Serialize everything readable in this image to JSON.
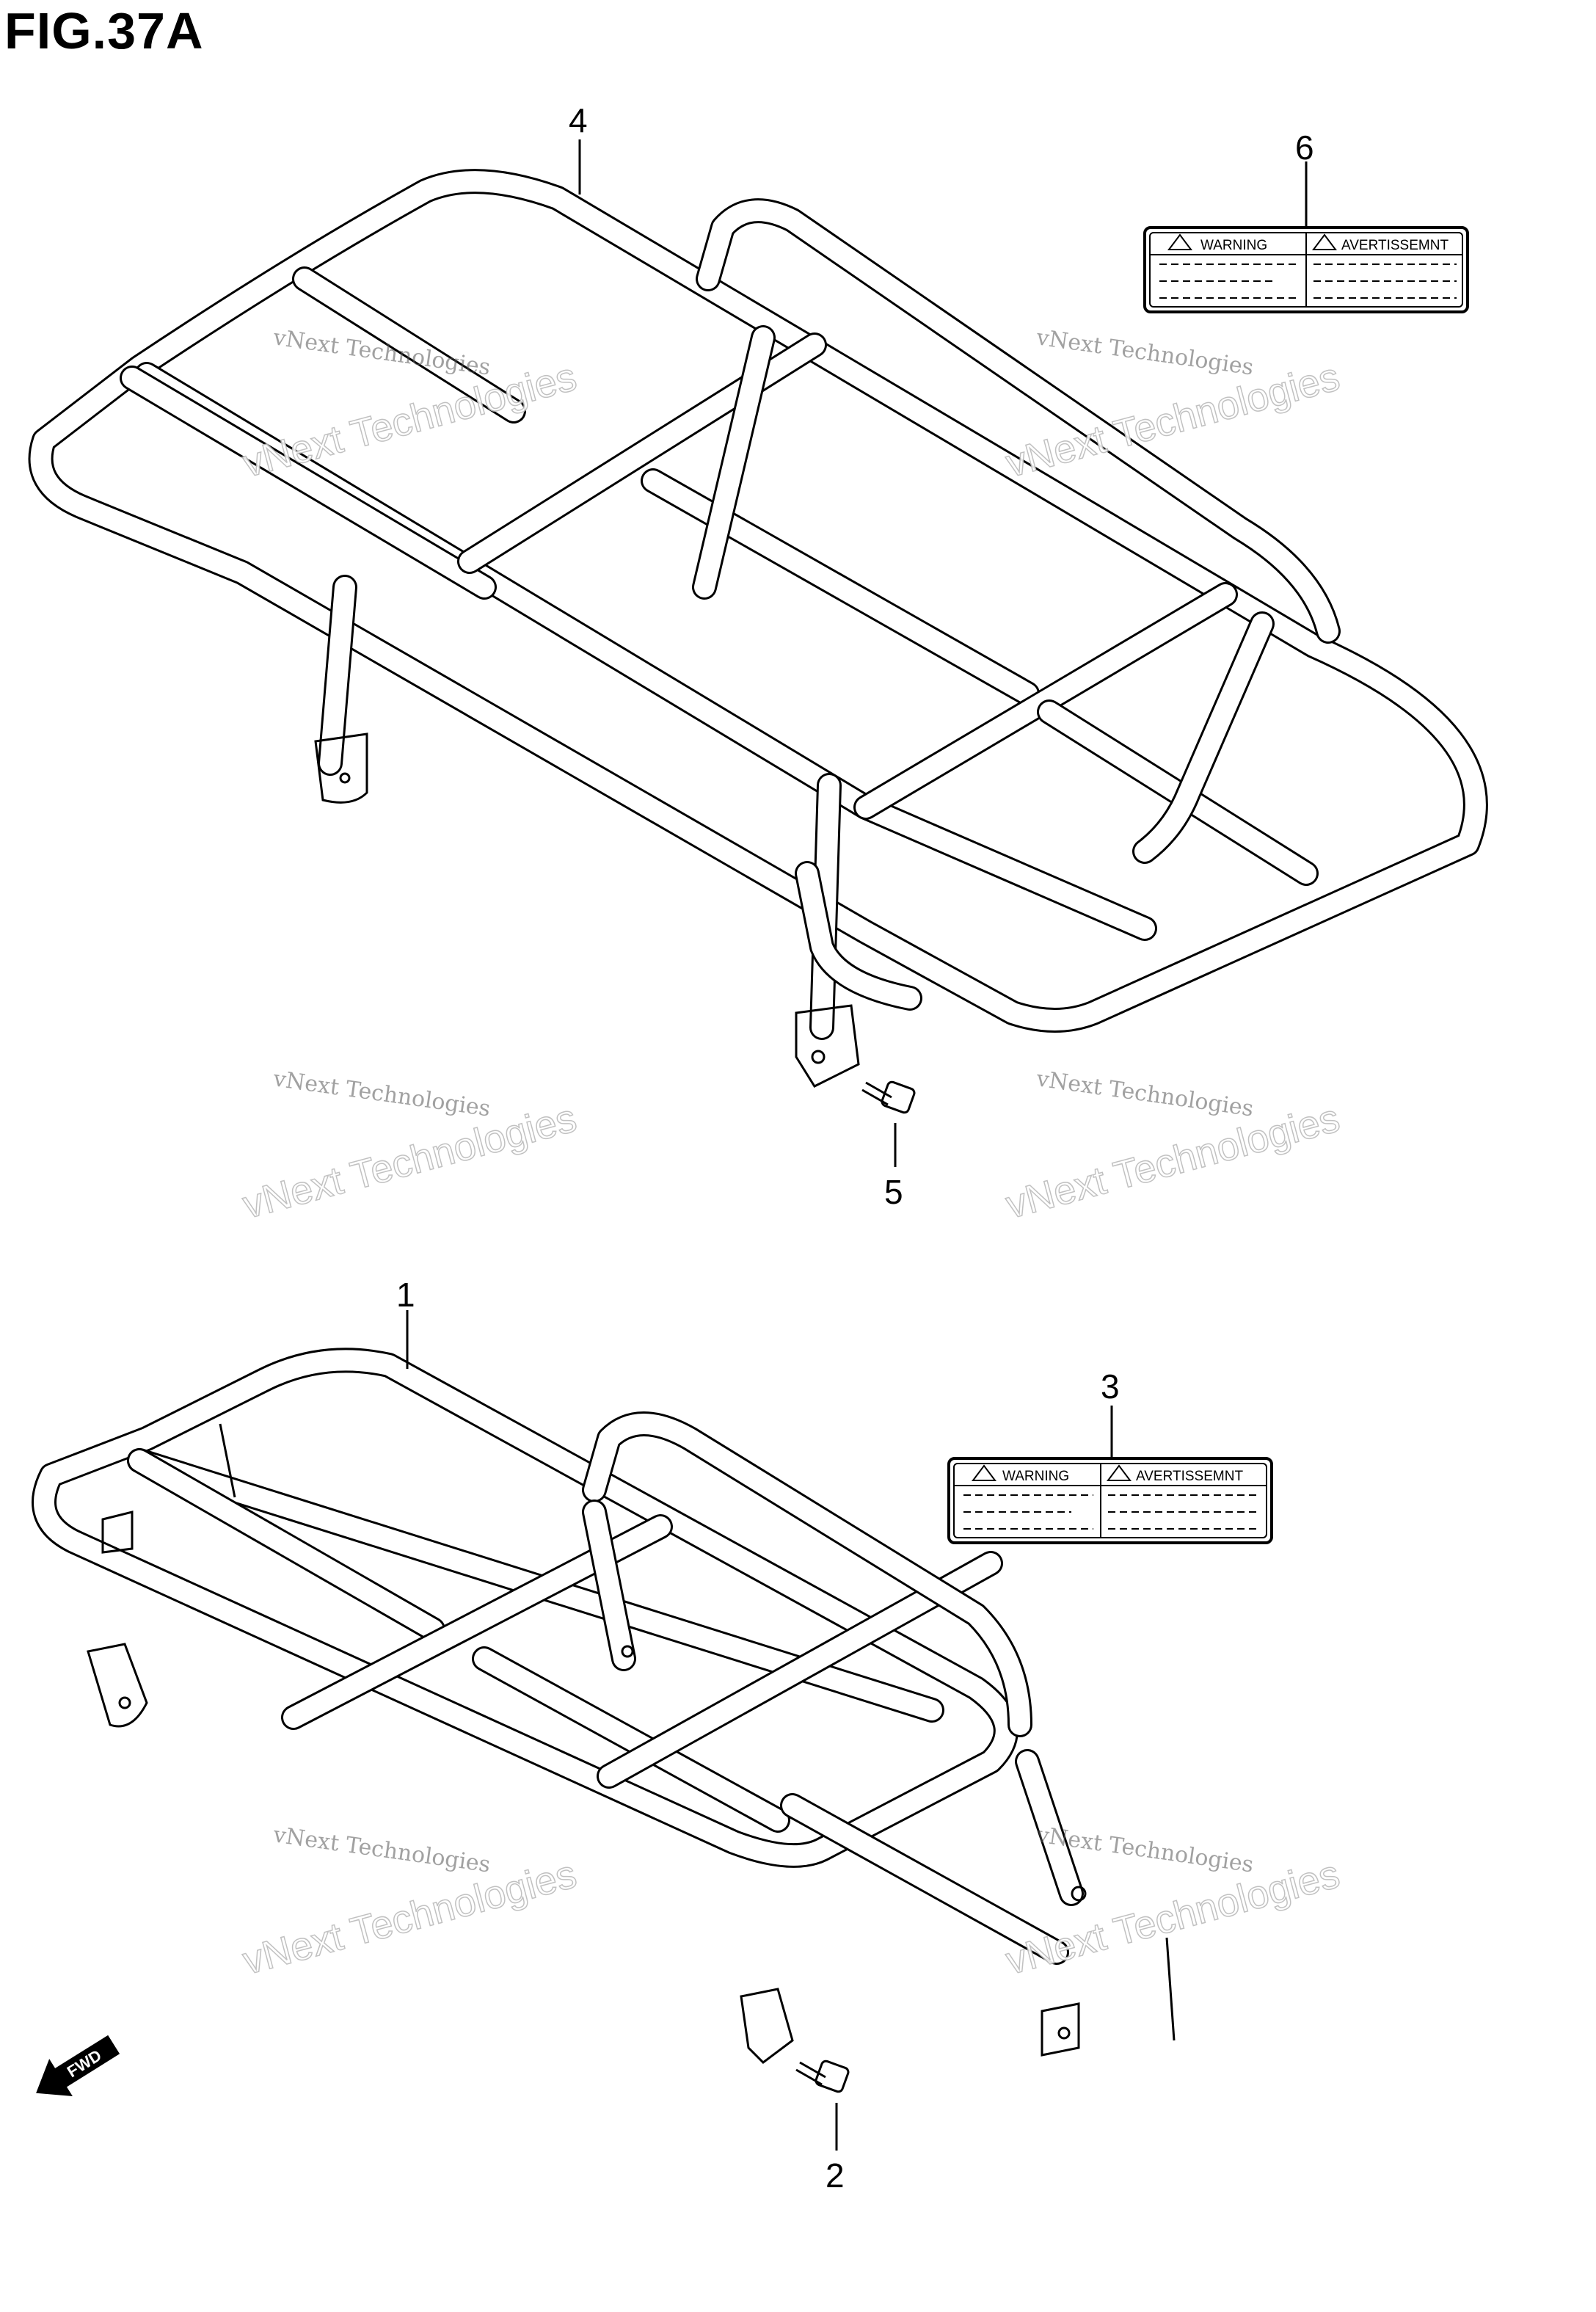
{
  "figure": {
    "title": "FIG.37A"
  },
  "callouts": [
    {
      "id": "4",
      "label": "4"
    },
    {
      "id": "6",
      "label": "6"
    },
    {
      "id": "5",
      "label": "5"
    },
    {
      "id": "1",
      "label": "1"
    },
    {
      "id": "3",
      "label": "3"
    },
    {
      "id": "2",
      "label": "2"
    }
  ],
  "labels": {
    "warning": "WARNING",
    "avertissement": "AVERTISSEMNT"
  },
  "direction": {
    "label": "FWD"
  },
  "watermark": {
    "line1": "vNext Technologies",
    "line2": "vNext Technologies"
  }
}
